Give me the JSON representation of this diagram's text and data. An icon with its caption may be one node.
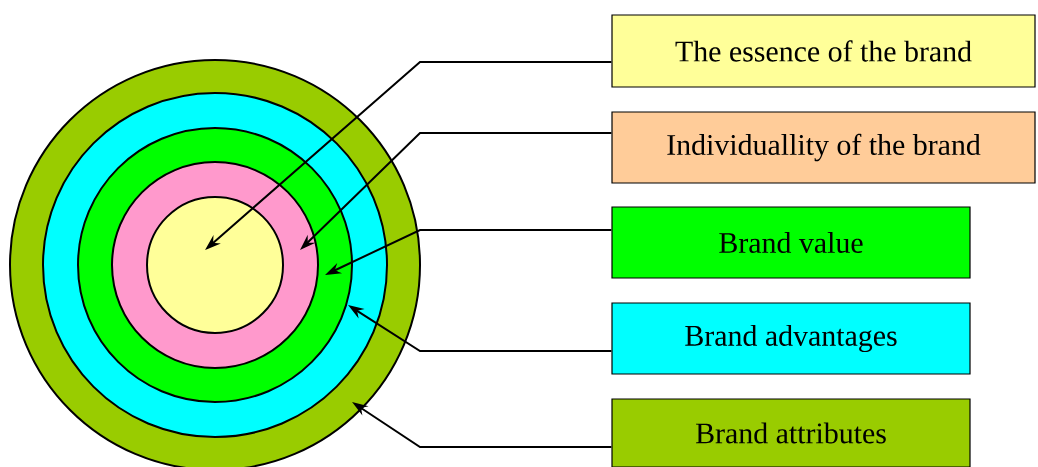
{
  "diagram": {
    "nodes": [
      {
        "text": [],
        "shape": "circle"
      },
      {
        "text": [],
        "shape": "circle",
        "in": 0
      },
      {
        "text": [],
        "shape": "circle",
        "in": 1
      },
      {
        "text": [],
        "shape": "circle",
        "in": 2
      },
      {
        "text": [],
        "shape": "circle",
        "in": 3
      },
      {
        "text": [
          "The essence of the brand"
        ]
      },
      {
        "text": [
          "Individuallity of the brand"
        ]
      },
      {
        "text": [
          "Brand value"
        ]
      },
      {
        "text": [
          "Brand advantages"
        ]
      },
      {
        "text": [
          "Brand attributes"
        ]
      }
    ],
    "edges": [
      {
        "from": 5,
        "to": 4,
        "arrow": "to"
      },
      {
        "from": 6,
        "to": 3,
        "arrow": "to"
      },
      {
        "from": 7,
        "to": 2,
        "arrow": "to"
      },
      {
        "from": 8,
        "to": 1,
        "arrow": "to"
      },
      {
        "from": 9,
        "to": 0,
        "arrow": "to"
      }
    ]
  }
}
